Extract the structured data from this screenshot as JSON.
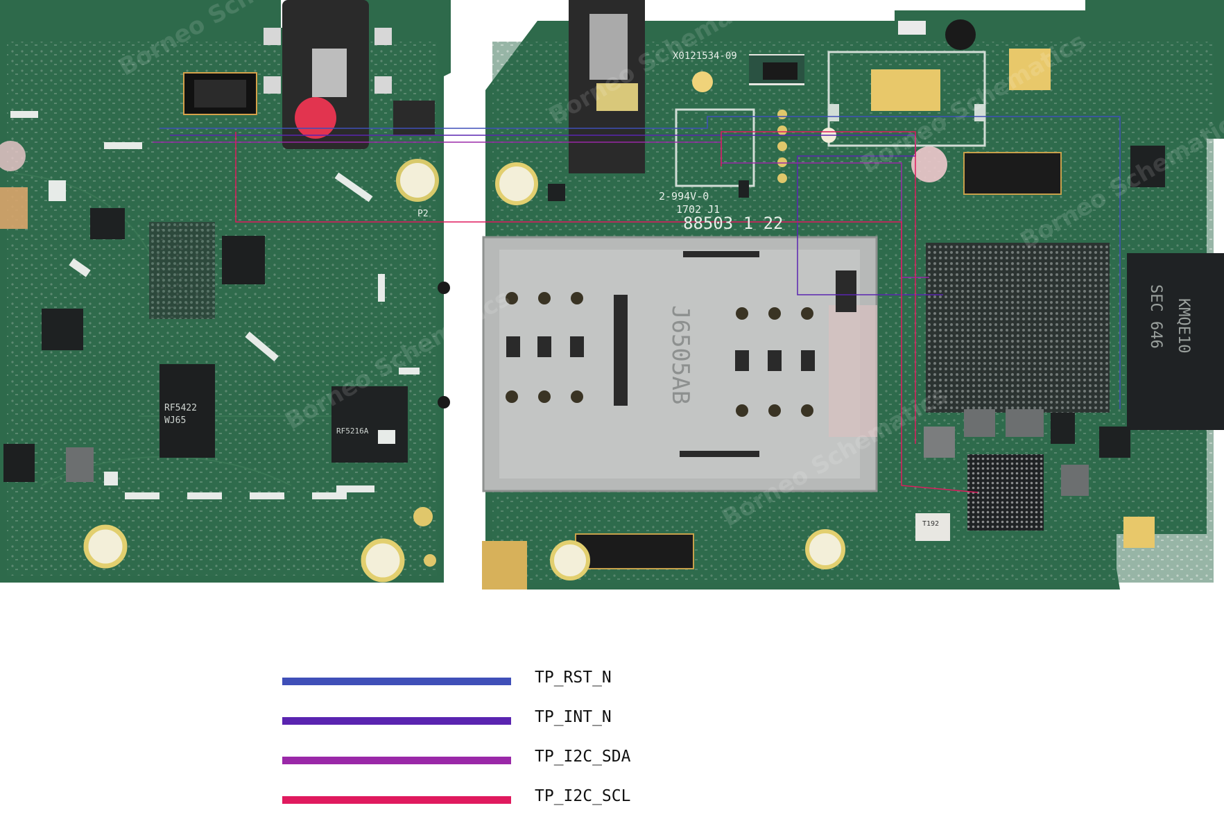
{
  "diagram": {
    "boards": [
      "left-board",
      "right-board"
    ],
    "board_markings": {
      "left": [
        "RF5422",
        "WJ65",
        "RF5216A",
        "P2"
      ],
      "right": [
        "X0121534-09",
        "2-994V-0",
        "1702 J1",
        "88503 1 22",
        "J6505AB",
        "T192",
        "SEC 646",
        "KMQE10"
      ]
    },
    "watermark": "Borneo Schematics"
  },
  "legend": [
    {
      "label": "TP_RST_N",
      "color": "#3f4fb8"
    },
    {
      "label": "TP_INT_N",
      "color": "#5a24b0"
    },
    {
      "label": "TP_I2C_SDA",
      "color": "#9a28a8"
    },
    {
      "label": "TP_I2C_SCL",
      "color": "#e01a5e"
    }
  ]
}
